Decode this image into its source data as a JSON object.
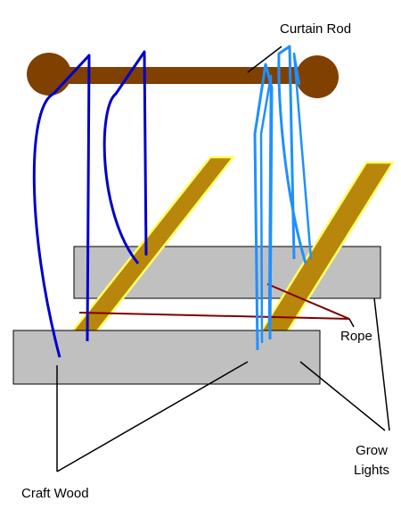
{
  "labels": {
    "curtain_rod": "Curtain Rod",
    "rope": "Rope",
    "grow_lights": "Grow Lights",
    "craft_wood": "Craft Wood"
  },
  "colors": {
    "rod": "#804000",
    "craft_wood_fill": "#b8860b",
    "craft_wood_outline": "#ffff66",
    "grow_light_fill": "#c0c0c0",
    "rope": "#800000",
    "hanger_dark": "#0000cc",
    "hanger_light": "#1e90ff",
    "leader_line": "#000000"
  }
}
